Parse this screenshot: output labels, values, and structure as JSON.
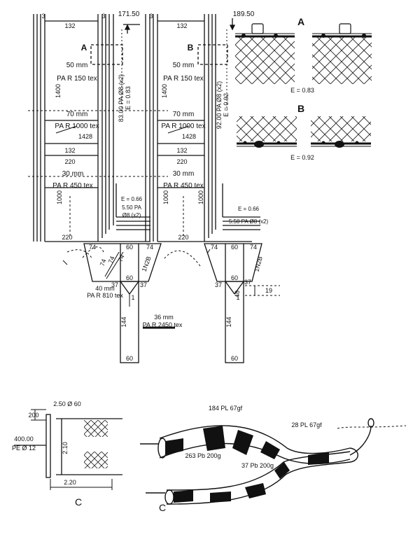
{
  "plan": {
    "left_panel": {
      "letter": "A",
      "top_width": "132",
      "edge_mark_left": "3",
      "edge_mark_right": "3",
      "headline_length": "171.50",
      "upper_mesh": "50 mm",
      "upper_material": "PA R 150 tex",
      "upper_depth": "1400",
      "rope_label": "83.00 PA Ø8 (x2)",
      "rope_hanging": "E = 0.83",
      "middle_mesh": "70 mm",
      "middle_material": "PA R 1000 tex",
      "middle_depth": "1428",
      "middle_width": "132",
      "lower_width": "220",
      "lower_mesh": "30 mm",
      "lower_material": "PA R 450 tex",
      "lower_depth": "1000",
      "base_width": "220",
      "ring_hanging": "E = 0.66",
      "ring_rope": "5.50 PA",
      "ring_rope_dia": "Ø8 (x2)"
    },
    "right_panel": {
      "letter": "B",
      "top_width": "132",
      "edge_mark": "3",
      "headline_length": "189.50",
      "upper_mesh": "50 mm",
      "upper_material": "PA R 150 tex",
      "upper_depth": "1400",
      "rope_label": "92.00 PA Ø8 (x2)",
      "rope_hanging": "E = 0.92",
      "middle_mesh": "70 mm",
      "middle_material": "PA R 1000 tex",
      "middle_depth": "1428",
      "middle_width": "132",
      "lower_width": "220",
      "lower_mesh": "30 mm",
      "lower_material": "PA R 450 tex",
      "lower_depth": "1000",
      "base_width": "220",
      "ring_hanging": "E = 0.66",
      "ring_rope": "5.50 PA Ø8 (x2)"
    },
    "funnel": {
      "top_left": "74",
      "top_mid": "60",
      "top_right": "74",
      "side_a": "74",
      "side_b": "74",
      "side_c": "74",
      "taper": "1N2B",
      "bottom_left": "37",
      "bottom_mid": "60",
      "bottom_right": "37",
      "mark": "1",
      "wing_mesh": "40 mm",
      "wing_material": "PA R 810 tex",
      "cod_depth": "144",
      "cod_mesh": "36 mm",
      "cod_material": "PA R 2450 tex",
      "cod_bottom": "60"
    },
    "funnel_right": {
      "top_left": "74",
      "top_mid": "60",
      "top_right": "74",
      "taper": "1N2B",
      "bottom_left": "37",
      "bottom_mid": "60",
      "bottom_right": "37",
      "side_depth": "48",
      "side_bar": "19",
      "mark": "1",
      "cod_depth": "144",
      "cod_bottom": "60"
    }
  },
  "details": {
    "a_letter": "A",
    "a_hanging": "E = 0.83",
    "b_letter": "B",
    "b_hanging": "E = 0.92"
  },
  "frame": {
    "letter": "C",
    "top_bar": "2.50 Ø 60",
    "top_offset": "200",
    "rope": "400.00",
    "rope_material": "PE Ø 12",
    "height": "2.10",
    "width": "2.20"
  },
  "trap": {
    "letter": "C",
    "rope_a": "184 PL 67gf",
    "rope_b": "28 PL 67gf",
    "weight_a": "263 Pb 200g",
    "weight_b": "37 Pb 200g"
  }
}
